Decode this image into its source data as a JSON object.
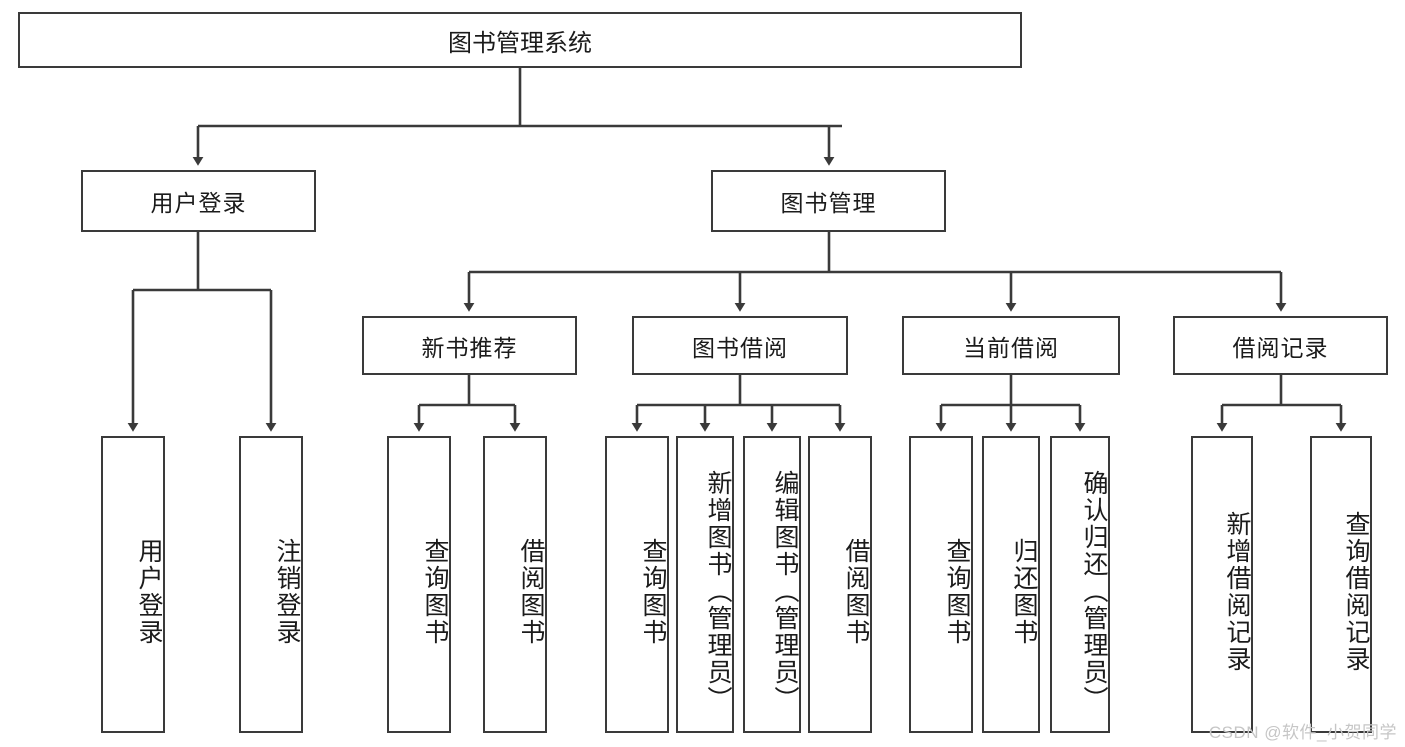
{
  "diagram": {
    "type": "tree-hierarchy-chart",
    "title": "图书管理系统",
    "watermark": "CSDN @软件_小贺同学",
    "colors": {
      "box_border": "#3a3a3a",
      "box_fill": "#ffffff",
      "connector": "#3a3a3a",
      "text": "#1b1b1b",
      "watermark": "#c6c6c6"
    },
    "levels": {
      "root": {
        "label": "图书管理系统"
      },
      "level2": [
        {
          "label": "用户登录"
        },
        {
          "label": "图书管理"
        }
      ],
      "level3": [
        {
          "label": "新书推荐"
        },
        {
          "label": "图书借阅"
        },
        {
          "label": "当前借阅"
        },
        {
          "label": "借阅记录"
        }
      ],
      "leaves": [
        {
          "label": "用户登录",
          "parent": "用户登录"
        },
        {
          "label": "注销登录",
          "parent": "用户登录"
        },
        {
          "label": "查询图书",
          "parent": "新书推荐"
        },
        {
          "label": "借阅图书",
          "parent": "新书推荐"
        },
        {
          "label": "查询图书",
          "parent": "图书借阅"
        },
        {
          "label": "新增图书（管理员）",
          "parent": "图书借阅"
        },
        {
          "label": "编辑图书（管理员）",
          "parent": "图书借阅"
        },
        {
          "label": "借阅图书",
          "parent": "图书借阅"
        },
        {
          "label": "查询图书",
          "parent": "当前借阅"
        },
        {
          "label": "归还图书",
          "parent": "当前借阅"
        },
        {
          "label": "确认归还（管理员）",
          "parent": "当前借阅"
        },
        {
          "label": "新增借阅记录",
          "parent": "借阅记录"
        },
        {
          "label": "查询借阅记录",
          "parent": "借阅记录"
        }
      ]
    }
  }
}
